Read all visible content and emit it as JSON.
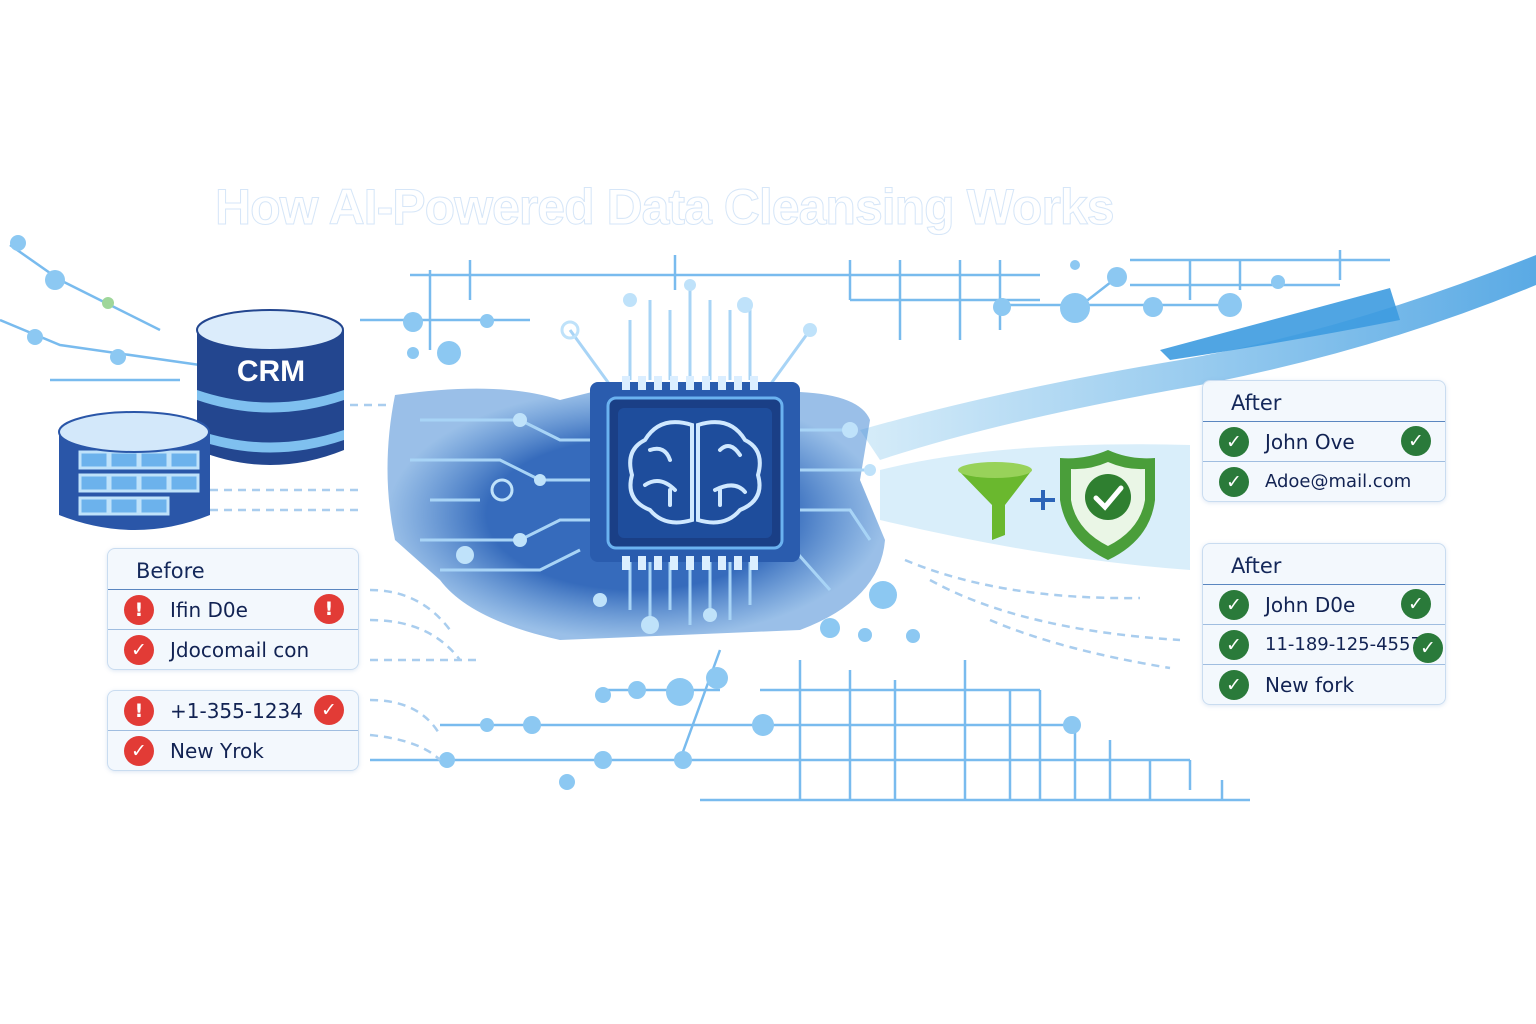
{
  "title": "How AI-Powered Data Cleansing Works",
  "database": {
    "label": "CRM"
  },
  "before": {
    "header": "Before",
    "rows": [
      {
        "text": "Ifin D0e",
        "lead_icon": "alert-icon",
        "trail_icon": "alert-icon"
      },
      {
        "text": "Jdocomail con",
        "lead_icon": "check-icon"
      }
    ],
    "rows2": [
      {
        "text": "+1-355-1234",
        "lead_icon": "alert-icon",
        "trail_icon": "check-icon"
      },
      {
        "text": "New Yrok",
        "lead_icon": "check-icon"
      }
    ]
  },
  "after1": {
    "header": "After",
    "rows": [
      {
        "text": "John Ove",
        "lead_icon": "check-icon",
        "trail_icon": "check-icon"
      },
      {
        "text": "Adoe@mail.com",
        "lead_icon": "check-icon"
      }
    ]
  },
  "after2": {
    "header": "After",
    "rows": [
      {
        "text": "John D0e",
        "lead_icon": "check-icon",
        "trail_icon": "check-icon"
      },
      {
        "text": "11-189-125-4557",
        "lead_icon": "check-icon",
        "trail_icon": "check-icon"
      },
      {
        "text": "New fork",
        "lead_icon": "check-icon"
      }
    ]
  },
  "colors": {
    "chip": "#1e4d9c",
    "circuit": "#5aaae8",
    "error": "#e23b36",
    "ok": "#2a7a3a",
    "funnel": "#6ab82e",
    "shield": "#4a9e3a"
  }
}
